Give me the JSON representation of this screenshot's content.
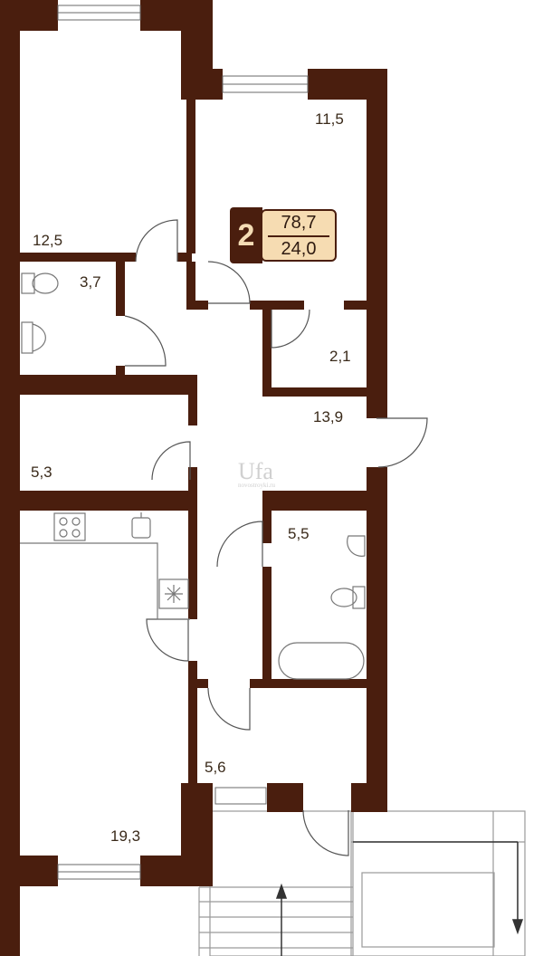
{
  "plan": {
    "rooms_label": "2",
    "total_area": "78,7",
    "living_area": "24,0",
    "colors": {
      "wall": "#4a1e0e",
      "badge_fill": "#f6dcb2",
      "line": "#9a9a9a"
    },
    "room_areas": [
      {
        "id": "bedroom-top",
        "value": "12,5"
      },
      {
        "id": "bedroom-right",
        "value": "11,5"
      },
      {
        "id": "bathroom-small",
        "value": "3,7"
      },
      {
        "id": "closet",
        "value": "2,1"
      },
      {
        "id": "hall",
        "value": "13,9"
      },
      {
        "id": "storage",
        "value": "5,3"
      },
      {
        "id": "bathroom",
        "value": "5,5"
      },
      {
        "id": "entry",
        "value": "5,6"
      },
      {
        "id": "kitchen-living",
        "value": "19,3"
      }
    ],
    "watermark": {
      "main": "Ufa",
      "sub": "novostroyki.ru"
    }
  }
}
